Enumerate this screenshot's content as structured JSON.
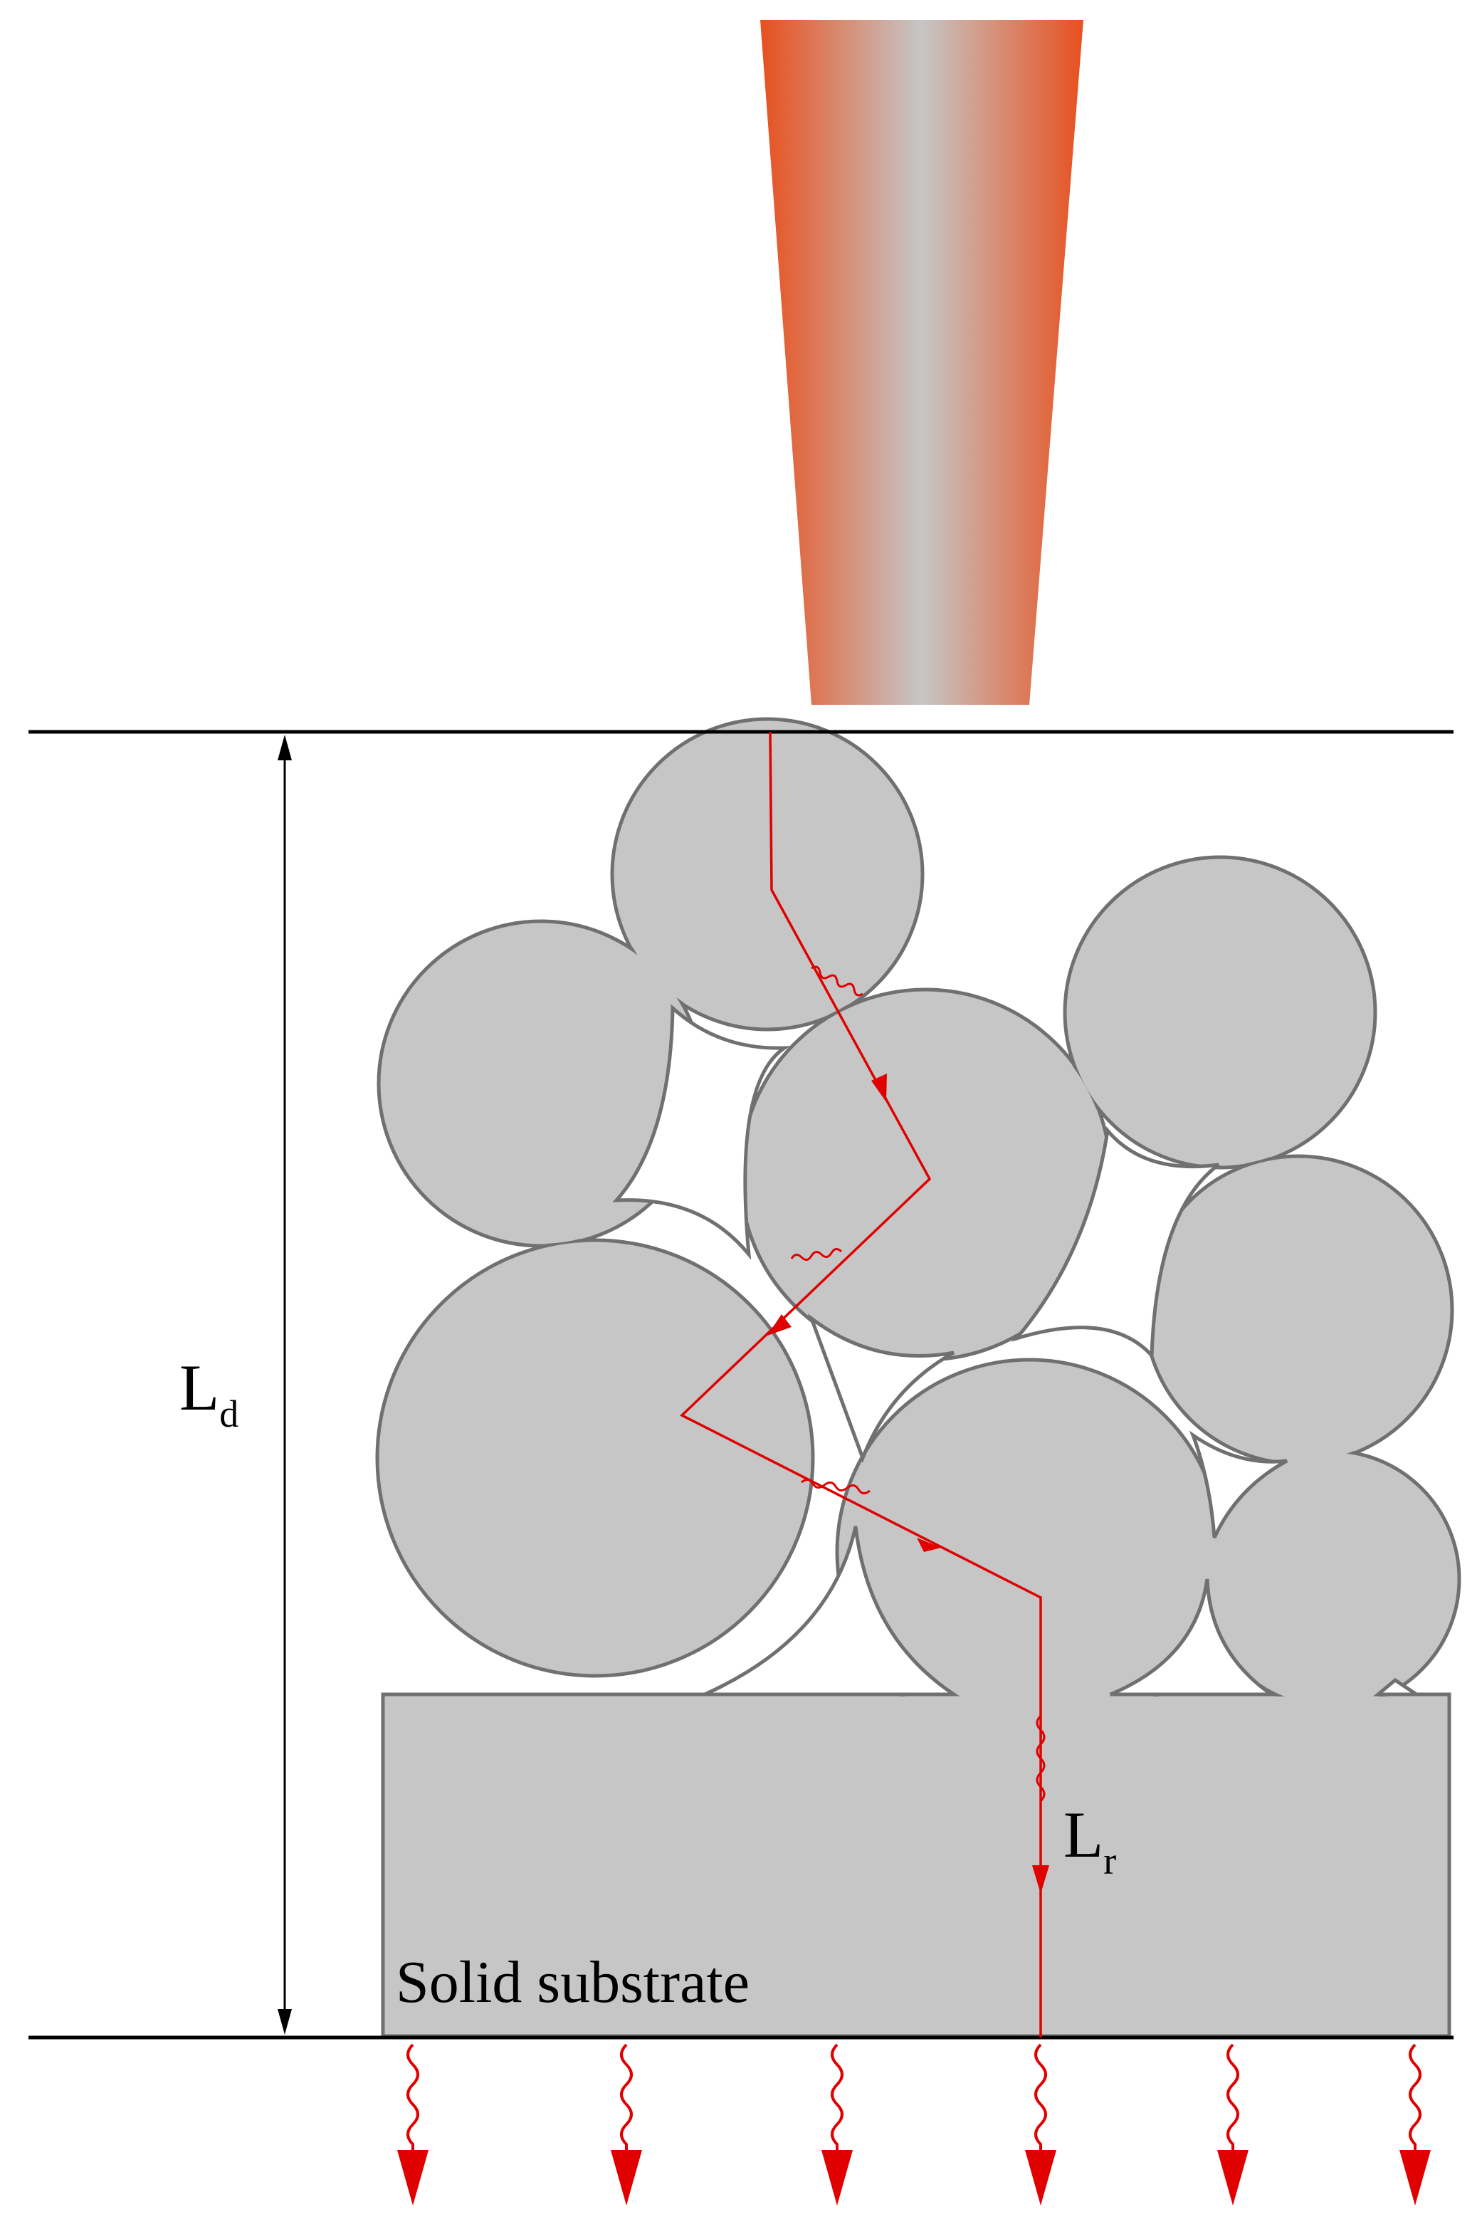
{
  "diagram": {
    "labels": {
      "depth_main": "L",
      "depth_sub": "d",
      "radiation_main": "L",
      "radiation_sub": "r",
      "substrate": "Solid substrate"
    },
    "colors": {
      "beam_edge": "#e8501e",
      "beam_center": "#c6c6c6",
      "particle_fill": "#c6c6c6",
      "particle_stroke": "#707070",
      "ray": "#e00000",
      "line": "#000000"
    }
  }
}
